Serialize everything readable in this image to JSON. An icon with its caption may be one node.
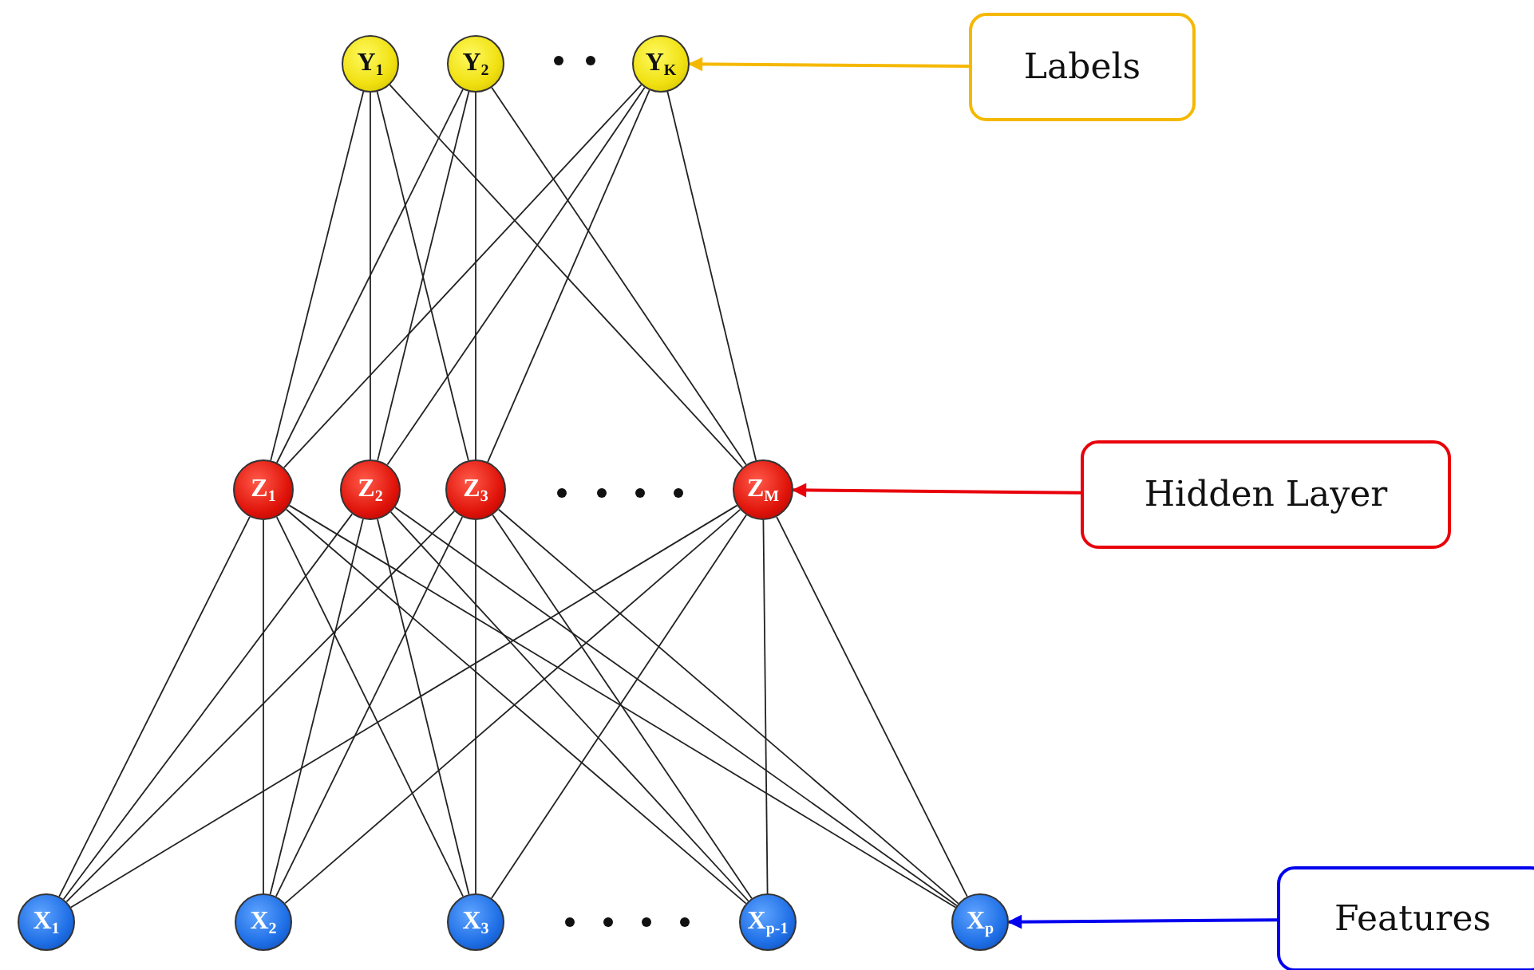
{
  "diagram": {
    "nodes": [
      {
        "text": [
          "Y$_{1}$"
        ]
      },
      {
        "text": [
          "Y$_{2}$"
        ]
      },
      {
        "text": [
          "Y$_{K}$"
        ]
      },
      {
        "text": [
          "Labels"
        ]
      },
      {
        "text": [
          "Z$_{1}$"
        ]
      },
      {
        "text": [
          "Z$_{2}$"
        ]
      },
      {
        "text": [
          "Z$_{3}$"
        ]
      },
      {
        "text": [
          "Z$_{M}$"
        ]
      },
      {
        "text": [
          "Hidden Layer"
        ]
      },
      {
        "text": [
          "X$_{1}$"
        ]
      },
      {
        "text": [
          "X$_{2}$"
        ]
      },
      {
        "text": [
          "X$_{3}$"
        ]
      },
      {
        "text": [
          "X$_{p-1}$"
        ]
      },
      {
        "text": [
          "X$_{p}$"
        ]
      },
      {
        "text": [
          "Features"
        ]
      }
    ],
    "edges": [
      {
        "from": 3,
        "to": 2,
        "arrow": "to",
        "color": "#f5b800"
      },
      {
        "from": 8,
        "to": 7,
        "arrow": "to",
        "color": "#e8000b"
      },
      {
        "from": 14,
        "to": 13,
        "arrow": "to",
        "color": "#0000ee"
      },
      {
        "from": 0,
        "to": 4,
        "arrow": "none"
      },
      {
        "from": 0,
        "to": 5,
        "arrow": "none"
      },
      {
        "from": 0,
        "to": 6,
        "arrow": "none"
      },
      {
        "from": 0,
        "to": 7,
        "arrow": "none"
      },
      {
        "from": 1,
        "to": 4,
        "arrow": "none"
      },
      {
        "from": 1,
        "to": 5,
        "arrow": "none"
      },
      {
        "from": 1,
        "to": 6,
        "arrow": "none"
      },
      {
        "from": 1,
        "to": 7,
        "arrow": "none"
      },
      {
        "from": 2,
        "to": 4,
        "arrow": "none"
      },
      {
        "from": 2,
        "to": 5,
        "arrow": "none"
      },
      {
        "from": 2,
        "to": 6,
        "arrow": "none"
      },
      {
        "from": 2,
        "to": 7,
        "arrow": "none"
      },
      {
        "from": 4,
        "to": 9,
        "arrow": "none"
      },
      {
        "from": 4,
        "to": 10,
        "arrow": "none"
      },
      {
        "from": 4,
        "to": 11,
        "arrow": "none"
      },
      {
        "from": 4,
        "to": 12,
        "arrow": "none"
      },
      {
        "from": 4,
        "to": 13,
        "arrow": "none"
      },
      {
        "from": 5,
        "to": 9,
        "arrow": "none"
      },
      {
        "from": 5,
        "to": 10,
        "arrow": "none"
      },
      {
        "from": 5,
        "to": 11,
        "arrow": "none"
      },
      {
        "from": 5,
        "to": 12,
        "arrow": "none"
      },
      {
        "from": 5,
        "to": 13,
        "arrow": "none"
      },
      {
        "from": 6,
        "to": 9,
        "arrow": "none"
      },
      {
        "from": 6,
        "to": 10,
        "arrow": "none"
      },
      {
        "from": 6,
        "to": 11,
        "arrow": "none"
      },
      {
        "from": 6,
        "to": 12,
        "arrow": "none"
      },
      {
        "from": 6,
        "to": 13,
        "arrow": "none"
      },
      {
        "from": 7,
        "to": 9,
        "arrow": "none"
      },
      {
        "from": 7,
        "to": 10,
        "arrow": "none"
      },
      {
        "from": 7,
        "to": 11,
        "arrow": "none"
      },
      {
        "from": 7,
        "to": 12,
        "arrow": "none"
      },
      {
        "from": 7,
        "to": 13,
        "arrow": "none"
      }
    ]
  }
}
